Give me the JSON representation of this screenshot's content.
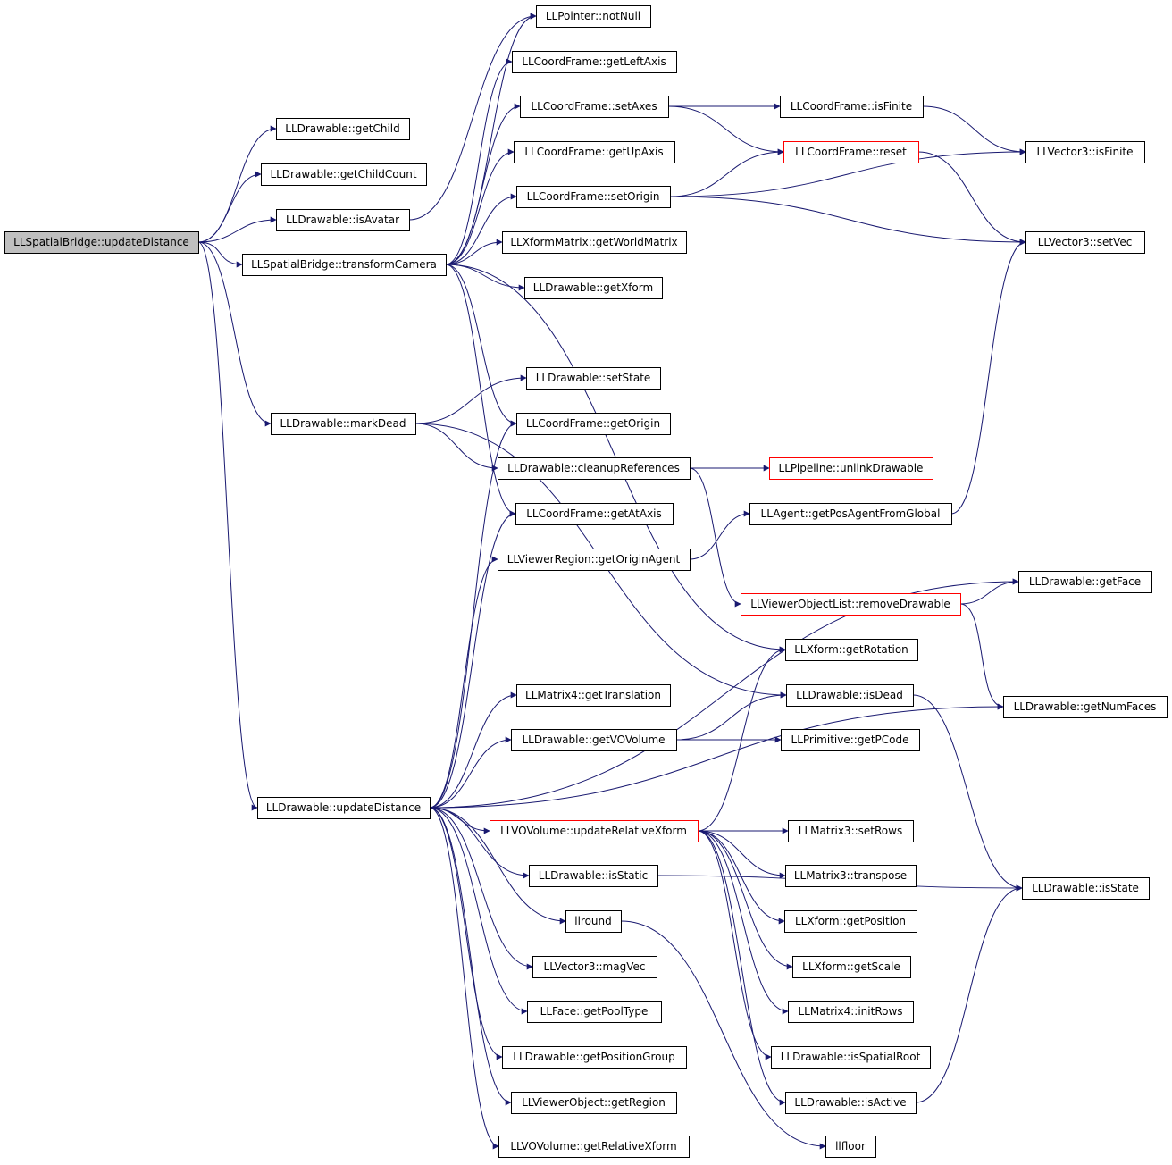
{
  "colors": {
    "edge": "#191970",
    "node_border": "#000000",
    "node_border_truncated": "#ff0000",
    "node_fill": "#ffffff",
    "root_fill": "#bfbfbf"
  },
  "nodes": [
    {
      "id": "n_root",
      "label": "LLSpatialBridge::updateDistance",
      "style": "root"
    },
    {
      "id": "n_getChild",
      "label": "LLDrawable::getChild",
      "style": "normal"
    },
    {
      "id": "n_getChildCount",
      "label": "LLDrawable::getChildCount",
      "style": "normal"
    },
    {
      "id": "n_isAvatar",
      "label": "LLDrawable::isAvatar",
      "style": "normal"
    },
    {
      "id": "n_transformCamera",
      "label": "LLSpatialBridge::transformCamera",
      "style": "normal"
    },
    {
      "id": "n_markDead",
      "label": "LLDrawable::markDead",
      "style": "normal"
    },
    {
      "id": "n_updateDistance",
      "label": "LLDrawable::updateDistance",
      "style": "normal"
    },
    {
      "id": "n_notNull",
      "label": "LLPointer::notNull",
      "style": "normal"
    },
    {
      "id": "n_getLeftAxis",
      "label": "LLCoordFrame::getLeftAxis",
      "style": "normal"
    },
    {
      "id": "n_setAxes",
      "label": "LLCoordFrame::setAxes",
      "style": "normal"
    },
    {
      "id": "n_getUpAxis",
      "label": "LLCoordFrame::getUpAxis",
      "style": "normal"
    },
    {
      "id": "n_setOrigin",
      "label": "LLCoordFrame::setOrigin",
      "style": "normal"
    },
    {
      "id": "n_getWorldMatrix",
      "label": "LLXformMatrix::getWorldMatrix",
      "style": "normal"
    },
    {
      "id": "n_getXform",
      "label": "LLDrawable::getXform",
      "style": "normal"
    },
    {
      "id": "n_setState",
      "label": "LLDrawable::setState",
      "style": "normal"
    },
    {
      "id": "n_getOrigin",
      "label": "LLCoordFrame::getOrigin",
      "style": "normal"
    },
    {
      "id": "n_cleanupReferences",
      "label": "LLDrawable::cleanupReferences",
      "style": "normal"
    },
    {
      "id": "n_getAtAxis",
      "label": "LLCoordFrame::getAtAxis",
      "style": "normal"
    },
    {
      "id": "n_getOriginAgent",
      "label": "LLViewerRegion::getOriginAgent",
      "style": "normal"
    },
    {
      "id": "n_getTranslation",
      "label": "LLMatrix4::getTranslation",
      "style": "normal"
    },
    {
      "id": "n_getVOVolume",
      "label": "LLDrawable::getVOVolume",
      "style": "normal"
    },
    {
      "id": "n_updateRelativeXform",
      "label": "LLVOVolume::updateRelativeXform",
      "style": "truncated"
    },
    {
      "id": "n_isStatic",
      "label": "LLDrawable::isStatic",
      "style": "normal"
    },
    {
      "id": "n_llround",
      "label": "llround",
      "style": "normal"
    },
    {
      "id": "n_magVec",
      "label": "LLVector3::magVec",
      "style": "normal"
    },
    {
      "id": "n_getPoolType",
      "label": "LLFace::getPoolType",
      "style": "normal"
    },
    {
      "id": "n_getPositionGroup",
      "label": "LLDrawable::getPositionGroup",
      "style": "normal"
    },
    {
      "id": "n_getRegion",
      "label": "LLViewerObject::getRegion",
      "style": "normal"
    },
    {
      "id": "n_getRelativeXform",
      "label": "LLVOVolume::getRelativeXform",
      "style": "normal"
    },
    {
      "id": "n_cf_isFinite",
      "label": "LLCoordFrame::isFinite",
      "style": "normal"
    },
    {
      "id": "n_cf_reset",
      "label": "LLCoordFrame::reset",
      "style": "truncated"
    },
    {
      "id": "n_unlinkDrawable",
      "label": "LLPipeline::unlinkDrawable",
      "style": "truncated"
    },
    {
      "id": "n_getPosAgentFromGlobal",
      "label": "LLAgent::getPosAgentFromGlobal",
      "style": "normal"
    },
    {
      "id": "n_removeDrawable",
      "label": "LLViewerObjectList::removeDrawable",
      "style": "truncated"
    },
    {
      "id": "n_getRotation",
      "label": "LLXform::getRotation",
      "style": "normal"
    },
    {
      "id": "n_isDead",
      "label": "LLDrawable::isDead",
      "style": "normal"
    },
    {
      "id": "n_getPCode",
      "label": "LLPrimitive::getPCode",
      "style": "normal"
    },
    {
      "id": "n_setRows",
      "label": "LLMatrix3::setRows",
      "style": "normal"
    },
    {
      "id": "n_transpose",
      "label": "LLMatrix3::transpose",
      "style": "normal"
    },
    {
      "id": "n_getPosition",
      "label": "LLXform::getPosition",
      "style": "normal"
    },
    {
      "id": "n_getScale",
      "label": "LLXform::getScale",
      "style": "normal"
    },
    {
      "id": "n_initRows",
      "label": "LLMatrix4::initRows",
      "style": "normal"
    },
    {
      "id": "n_isSpatialRoot",
      "label": "LLDrawable::isSpatialRoot",
      "style": "normal"
    },
    {
      "id": "n_isActive",
      "label": "LLDrawable::isActive",
      "style": "normal"
    },
    {
      "id": "n_llfloor",
      "label": "llfloor",
      "style": "normal"
    },
    {
      "id": "n_v3_isFinite",
      "label": "LLVector3::isFinite",
      "style": "normal"
    },
    {
      "id": "n_setVec",
      "label": "LLVector3::setVec",
      "style": "normal"
    },
    {
      "id": "n_getFace",
      "label": "LLDrawable::getFace",
      "style": "normal"
    },
    {
      "id": "n_getNumFaces",
      "label": "LLDrawable::getNumFaces",
      "style": "normal"
    },
    {
      "id": "n_isState",
      "label": "LLDrawable::isState",
      "style": "normal"
    }
  ],
  "edges": [
    [
      "n_root",
      "n_getChild"
    ],
    [
      "n_root",
      "n_getChildCount"
    ],
    [
      "n_root",
      "n_isAvatar"
    ],
    [
      "n_root",
      "n_transformCamera"
    ],
    [
      "n_root",
      "n_markDead"
    ],
    [
      "n_root",
      "n_updateDistance"
    ],
    [
      "n_isAvatar",
      "n_notNull"
    ],
    [
      "n_transformCamera",
      "n_notNull"
    ],
    [
      "n_transformCamera",
      "n_getLeftAxis"
    ],
    [
      "n_transformCamera",
      "n_setAxes"
    ],
    [
      "n_transformCamera",
      "n_getUpAxis"
    ],
    [
      "n_transformCamera",
      "n_setOrigin"
    ],
    [
      "n_transformCamera",
      "n_getWorldMatrix"
    ],
    [
      "n_transformCamera",
      "n_getXform"
    ],
    [
      "n_transformCamera",
      "n_getOrigin"
    ],
    [
      "n_transformCamera",
      "n_getAtAxis"
    ],
    [
      "n_transformCamera",
      "n_getRotation"
    ],
    [
      "n_setAxes",
      "n_cf_isFinite"
    ],
    [
      "n_setAxes",
      "n_cf_reset"
    ],
    [
      "n_setOrigin",
      "n_cf_reset"
    ],
    [
      "n_setOrigin",
      "n_v3_isFinite"
    ],
    [
      "n_setOrigin",
      "n_setVec"
    ],
    [
      "n_cf_isFinite",
      "n_v3_isFinite"
    ],
    [
      "n_cf_reset",
      "n_setVec"
    ],
    [
      "n_markDead",
      "n_setState"
    ],
    [
      "n_markDead",
      "n_cleanupReferences"
    ],
    [
      "n_markDead",
      "n_isDead"
    ],
    [
      "n_cleanupReferences",
      "n_unlinkDrawable"
    ],
    [
      "n_cleanupReferences",
      "n_removeDrawable"
    ],
    [
      "n_getPosAgentFromGlobal",
      "n_setVec"
    ],
    [
      "n_getOriginAgent",
      "n_getPosAgentFromGlobal"
    ],
    [
      "n_removeDrawable",
      "n_getFace"
    ],
    [
      "n_removeDrawable",
      "n_getNumFaces"
    ],
    [
      "n_updateDistance",
      "n_getOrigin"
    ],
    [
      "n_updateDistance",
      "n_getAtAxis"
    ],
    [
      "n_updateDistance",
      "n_getOriginAgent"
    ],
    [
      "n_updateDistance",
      "n_getFace"
    ],
    [
      "n_updateDistance",
      "n_getTranslation"
    ],
    [
      "n_updateDistance",
      "n_getVOVolume"
    ],
    [
      "n_updateDistance",
      "n_getNumFaces"
    ],
    [
      "n_updateDistance",
      "n_updateRelativeXform"
    ],
    [
      "n_updateDistance",
      "n_isStatic"
    ],
    [
      "n_updateDistance",
      "n_llround"
    ],
    [
      "n_updateDistance",
      "n_magVec"
    ],
    [
      "n_updateDistance",
      "n_getPoolType"
    ],
    [
      "n_updateDistance",
      "n_getPositionGroup"
    ],
    [
      "n_updateDistance",
      "n_getRegion"
    ],
    [
      "n_updateDistance",
      "n_getRelativeXform"
    ],
    [
      "n_getVOVolume",
      "n_isDead"
    ],
    [
      "n_getVOVolume",
      "n_getPCode"
    ],
    [
      "n_updateRelativeXform",
      "n_getRotation"
    ],
    [
      "n_updateRelativeXform",
      "n_setRows"
    ],
    [
      "n_updateRelativeXform",
      "n_transpose"
    ],
    [
      "n_updateRelativeXform",
      "n_getPosition"
    ],
    [
      "n_updateRelativeXform",
      "n_getScale"
    ],
    [
      "n_updateRelativeXform",
      "n_initRows"
    ],
    [
      "n_updateRelativeXform",
      "n_isSpatialRoot"
    ],
    [
      "n_updateRelativeXform",
      "n_isActive"
    ],
    [
      "n_isStatic",
      "n_isState"
    ],
    [
      "n_llround",
      "n_llfloor"
    ],
    [
      "n_isDead",
      "n_isState"
    ],
    [
      "n_isActive",
      "n_isState"
    ]
  ]
}
